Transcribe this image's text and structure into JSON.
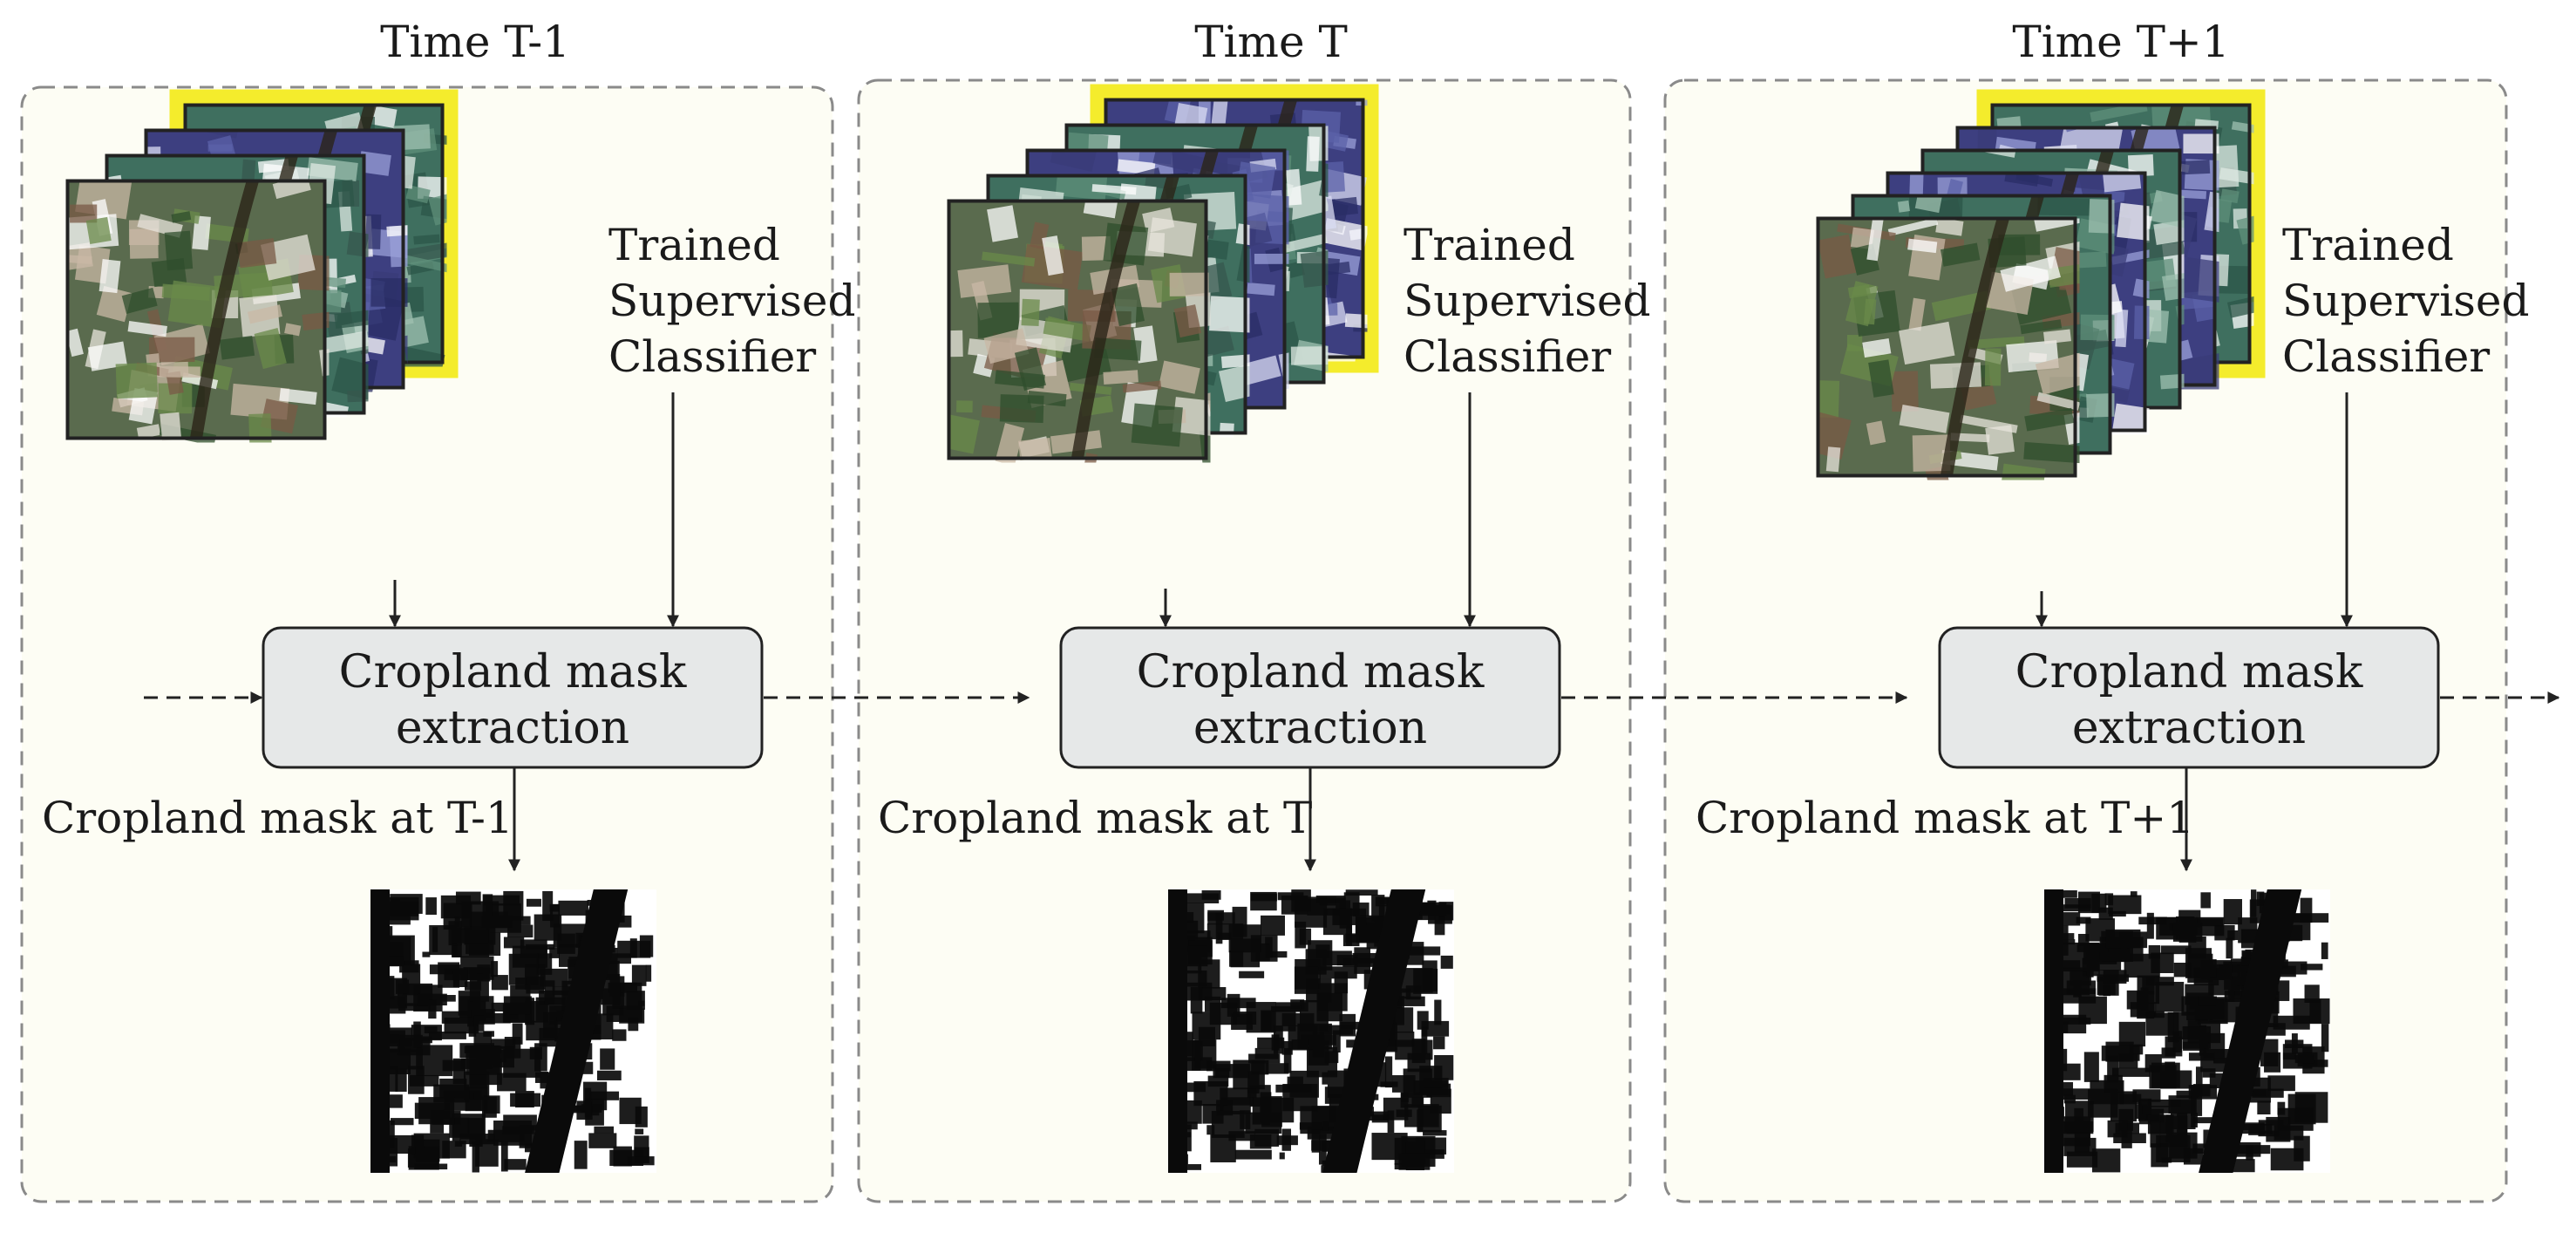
{
  "colors": {
    "panel_fill": "#fdfdf4",
    "panel_border": "#8a8a8a",
    "box_fill": "#e6e8e8",
    "box_border": "#222222",
    "highlight_yellow": "#f4ec2c",
    "arrow": "#222222",
    "scene_base": "#5a6b4e",
    "scene_green": "#3f6f5f",
    "scene_blue": "#3d3f80"
  },
  "icons": {
    "satellite_stack": "satellite-image-stack-icon",
    "cropland_mask": "binary-mask-image-icon"
  },
  "panels": [
    {
      "title": "Time T-1",
      "classifier_label": [
        "Trained",
        "Supervised",
        "Classifier"
      ],
      "box_label": [
        "Cropland mask",
        "extraction"
      ],
      "mask_label": "Cropland mask at T-1"
    },
    {
      "title": "Time T",
      "classifier_label": [
        "Trained",
        "Supervised",
        "Classifier"
      ],
      "box_label": [
        "Cropland mask",
        "extraction"
      ],
      "mask_label": "Cropland mask at T"
    },
    {
      "title": "Time T+1",
      "classifier_label": [
        "Trained",
        "Supervised",
        "Classifier"
      ],
      "box_label": [
        "Cropland mask",
        "extraction"
      ],
      "mask_label": "Cropland mask at T+1"
    }
  ]
}
